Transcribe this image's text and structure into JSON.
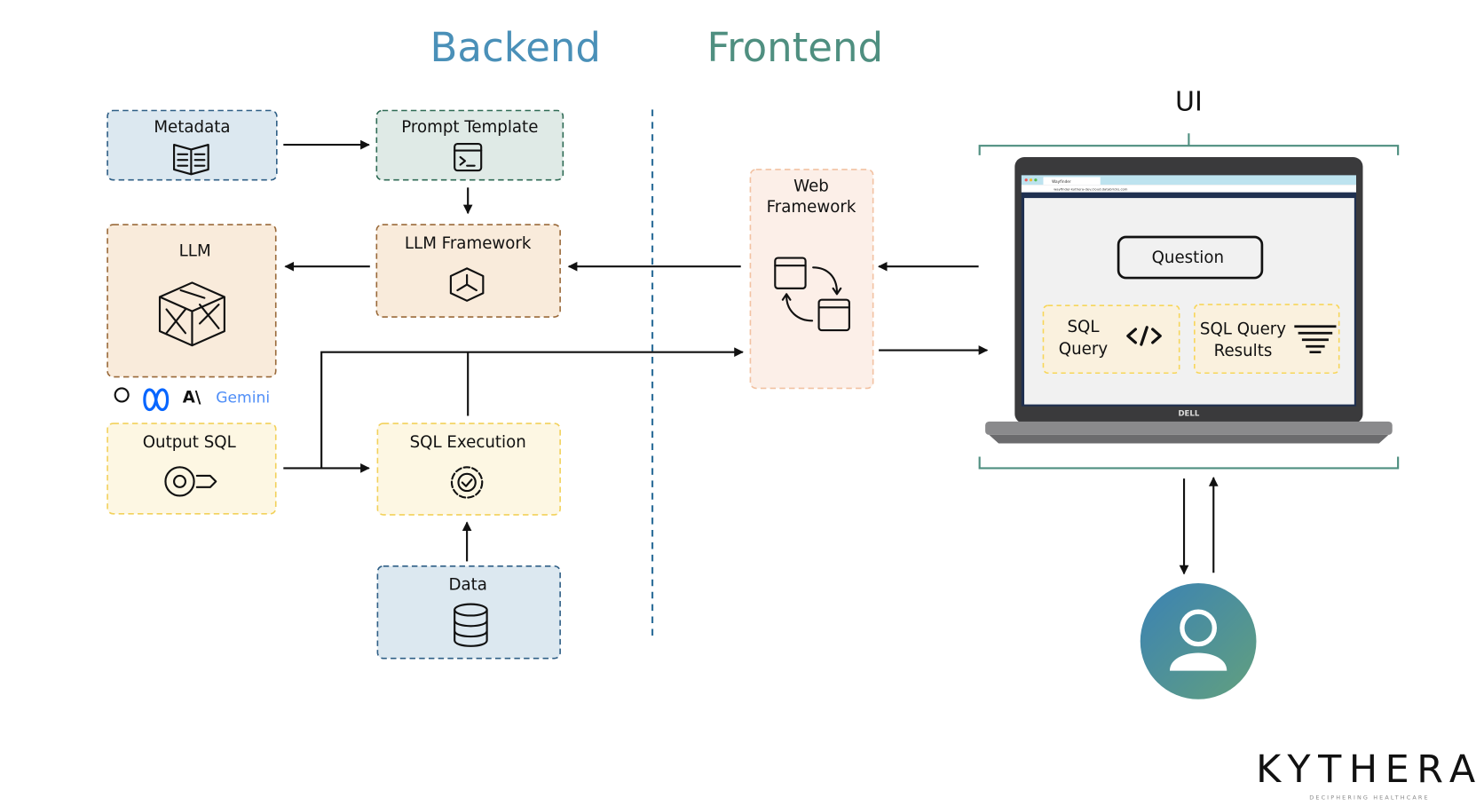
{
  "headers": {
    "backend": "Backend",
    "frontend": "Frontend",
    "ui": "UI"
  },
  "nodes": {
    "metadata": "Metadata",
    "prompt_template": "Prompt Template",
    "llm": "LLM",
    "llm_framework": "LLM Framework",
    "output_sql": "Output SQL",
    "sql_execution": "SQL Execution",
    "data": "Data",
    "web_framework_1": "Web",
    "web_framework_2": "Framework"
  },
  "llm_providers": [
    "openai-logo",
    "meta-logo",
    "anthropic-logo",
    "Gemini"
  ],
  "laptop": {
    "tab_title": "Wayfinder",
    "url": "wayfinder-kythera-dev.cloud.databricks.com",
    "brand": "DELL",
    "question": "Question",
    "sql_query_1": "SQL",
    "sql_query_2": "Query",
    "results_1": "SQL Query",
    "results_2": "Results"
  },
  "logo": {
    "name": "KYTHERA",
    "tagline": "DECIPHERING HEALTHCARE"
  },
  "colors": {
    "backend_title": "#4a90b8",
    "frontend_title": "#4f8f80",
    "blue_box": "#dce8f0",
    "green_box": "#dfeae6",
    "orange_box": "#f9ebdb",
    "yellow_box": "#fdf7e3",
    "pink_box": "#fcefe8",
    "user_gradient_start": "#3f86b0",
    "user_gradient_end": "#5c9a82"
  }
}
